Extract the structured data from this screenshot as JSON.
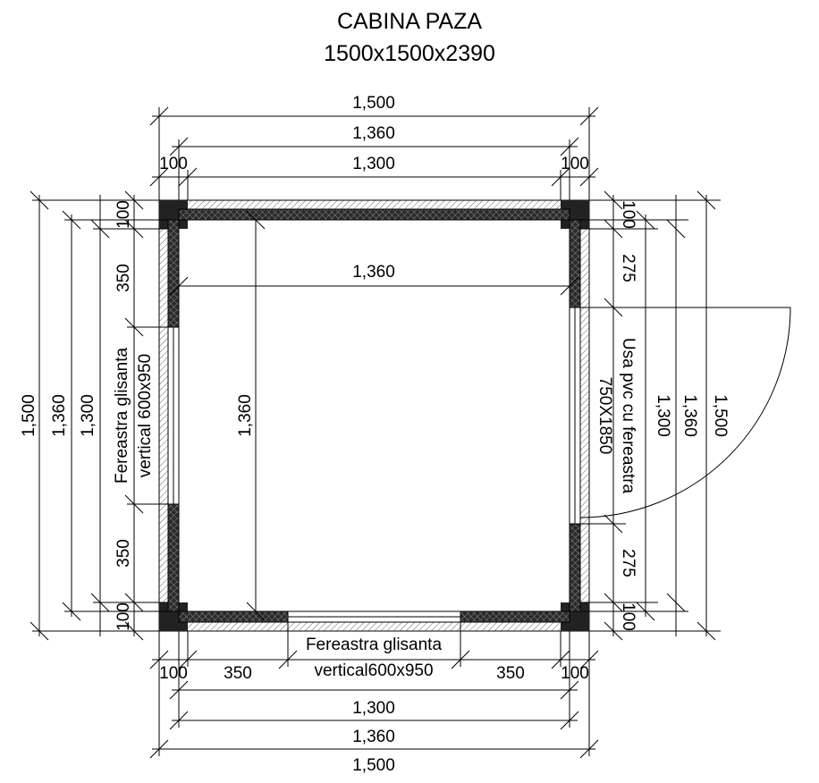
{
  "title": "CABINA PAZA",
  "subtitle": "1500x1500x2390",
  "dims": {
    "total": "1,500",
    "inner": "1,360",
    "clear": "1,300",
    "wall": "100",
    "seg350": "350",
    "seg275": "275"
  },
  "labels": {
    "window_left_1": "Fereastra glisanta",
    "window_left_2": "vertical 600x950",
    "window_bottom_1": "Fereastra glisanta",
    "window_bottom_2": "vertical600x950",
    "door_1": "Usa pvc cu fereastra",
    "door_2": "750X1850"
  },
  "colors": {
    "line": "#000000",
    "wall_fill": "#333333",
    "hatch": "#777777"
  }
}
